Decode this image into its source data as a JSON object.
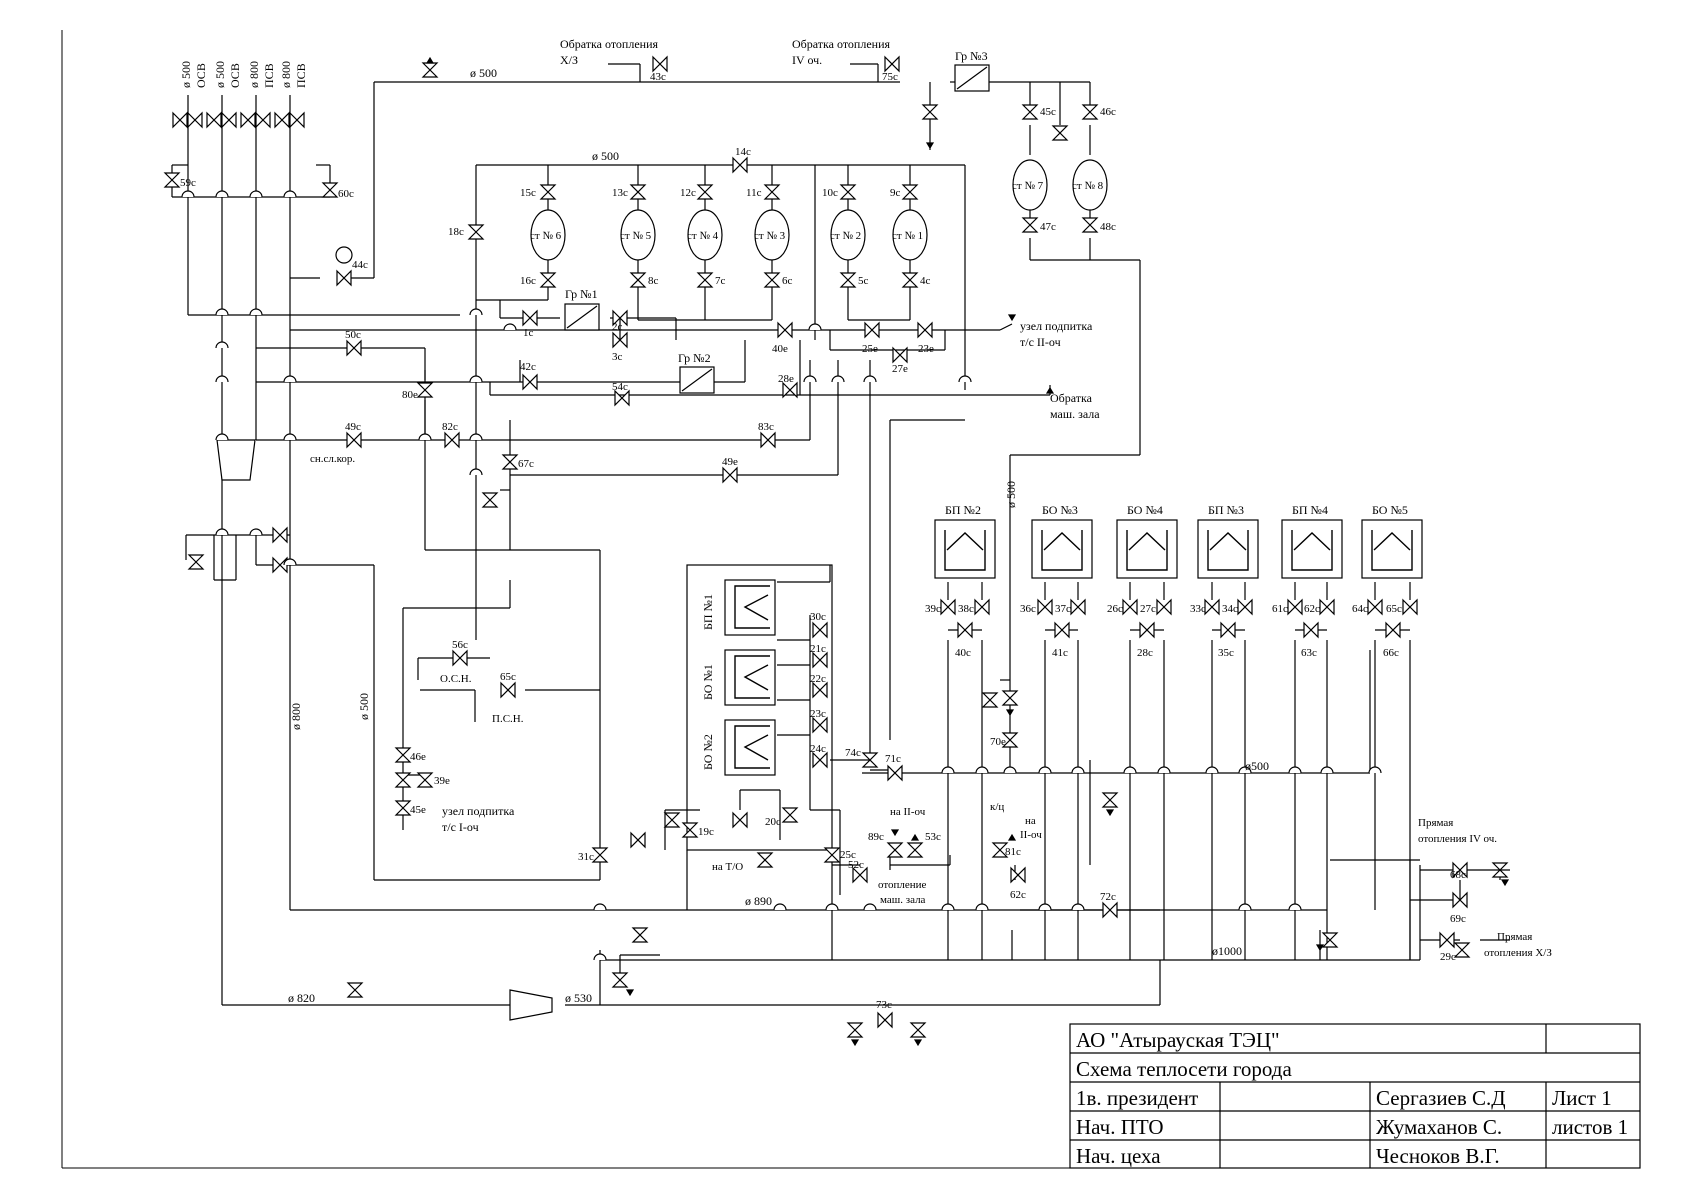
{
  "pipes": {
    "d500_top": "ø 500",
    "d500_mid": "ø 500",
    "d500_left": "ø 500",
    "d500_right": "ø 500",
    "d500_bottom": "ø500",
    "d800": "ø 800",
    "d820": "ø 820",
    "d530": "ø 530",
    "d890": "ø 890",
    "d1000": "ø1000"
  },
  "risers": [
    "ø 500",
    "ОСВ",
    "ø 500",
    "ОСВ",
    "ø 800",
    "ПСВ",
    "ø 800",
    "ПСВ"
  ],
  "stations": [
    "ст № 6",
    "ст № 5",
    "ст № 4",
    "ст № 3",
    "ст № 2",
    "ст № 1",
    "ст № 7",
    "ст № 8"
  ],
  "groups": {
    "gr1": "Гр №1",
    "gr2": "Гр №2",
    "gr3": "Гр №3"
  },
  "boilers": [
    "БП №2",
    "БО №3",
    "БО №4",
    "БП №3",
    "БП №4",
    "БО №5"
  ],
  "heaters": [
    "БП №1",
    "БО №1",
    "БО №2"
  ],
  "notes": {
    "obr_xz_1": "Обратка отопления",
    "obr_xz_2": "Х/З",
    "obr_iv_1": "Обратка отопления",
    "obr_iv_2": "IV оч.",
    "uzel_ii_1": "узел подпитка",
    "uzel_ii_2": "т/с II-оч",
    "obr_mash_1": "Обратка",
    "obr_mash_2": "маш. зала",
    "uzel_i_1": "узел подпитка",
    "uzel_i_2": "т/с I-оч",
    "osn": "О.С.Н.",
    "psn": "П.С.Н.",
    "sn_sl": "сн.сл.кор.",
    "na_to": "на Т/О",
    "na_ii": "на II-оч",
    "kc": "к/ц",
    "na_ii2_1": "на",
    "na_ii2_2": "II-оч",
    "otop_1": "отопление",
    "otop_2": "маш. зала",
    "pr_iv_1": "Прямая",
    "pr_iv_2": "отопления IV оч.",
    "pr_xz_1": "Прямая",
    "pr_xz_2": "отопления Х/З"
  },
  "valves": {
    "v43c": "43с",
    "v75c": "75с",
    "v45c": "45с",
    "v46c": "46с",
    "v47c": "47с",
    "v48c": "48с",
    "v59c": "59с",
    "v60c": "60с",
    "v44c": "44с",
    "v14c": "14с",
    "v18c": "18с",
    "v15c": "15с",
    "v13c": "13с",
    "v12c": "12с",
    "v11c": "11с",
    "v10c": "10с",
    "v9c": "9с",
    "v16c": "16с",
    "v8c": "8с",
    "v7c": "7с",
    "v6c": "6с",
    "v5c": "5с",
    "v4c": "4с",
    "v1c": "1с",
    "v2c": "2с",
    "v3c": "3с",
    "v40e": "40е",
    "v25e": "25е",
    "v23e": "23е",
    "v27e": "27е",
    "v50c": "50с",
    "v42c": "42с",
    "v54c": "54с",
    "v28e": "28е",
    "v80e": "80е",
    "v49c": "49с",
    "v82c": "82с",
    "v83c": "83с",
    "v67c": "67с",
    "v49e": "49е",
    "v56c": "56с",
    "v65c": "65с",
    "v46e": "46е",
    "v39e": "39е",
    "v45e": "45е",
    "v30c": "30с",
    "v21c": "21с",
    "v22c": "22с",
    "v23c": "23с",
    "v24c": "24с",
    "v74c": "74с",
    "v71c": "71с",
    "v19c": "19с",
    "v20c": "20с",
    "v31c": "31с",
    "v25c": "25с",
    "v52c": "52с",
    "v89c": "89с",
    "v53c": "53с",
    "v81c": "81с",
    "v62c": "62с",
    "v70e": "70е",
    "v72c": "72с",
    "v68c": "68с",
    "v69c": "69с",
    "v29c": "29с",
    "v73c": "73с",
    "v39c": "39с",
    "v38c": "38с",
    "v40c": "40с",
    "v36c": "36с",
    "v37c": "37с",
    "v41c": "41с",
    "v26c": "26с",
    "v27c": "27с",
    "v28c": "28с",
    "v33c": "33с",
    "v34c": "34с",
    "v35c": "35с",
    "v61c": "61с",
    "v62cb": "62с",
    "v63c": "63с",
    "v64c": "64с",
    "v65cb": "65с",
    "v66c": "66с"
  },
  "title_block": {
    "company": "АО \"Атырауская ТЭЦ\"",
    "drawing": "Схема теплосети города",
    "row1_role": "1в. президент",
    "row1_name": "Сергазиев С.Д",
    "row1_sheet": "Лист 1",
    "row2_role": "Нач. ПТО",
    "row2_name": "Жумаханов С.",
    "row2_sheets": "листов 1",
    "row3_role": "Нач. цеха",
    "row3_name": "Чесноков В.Г."
  }
}
